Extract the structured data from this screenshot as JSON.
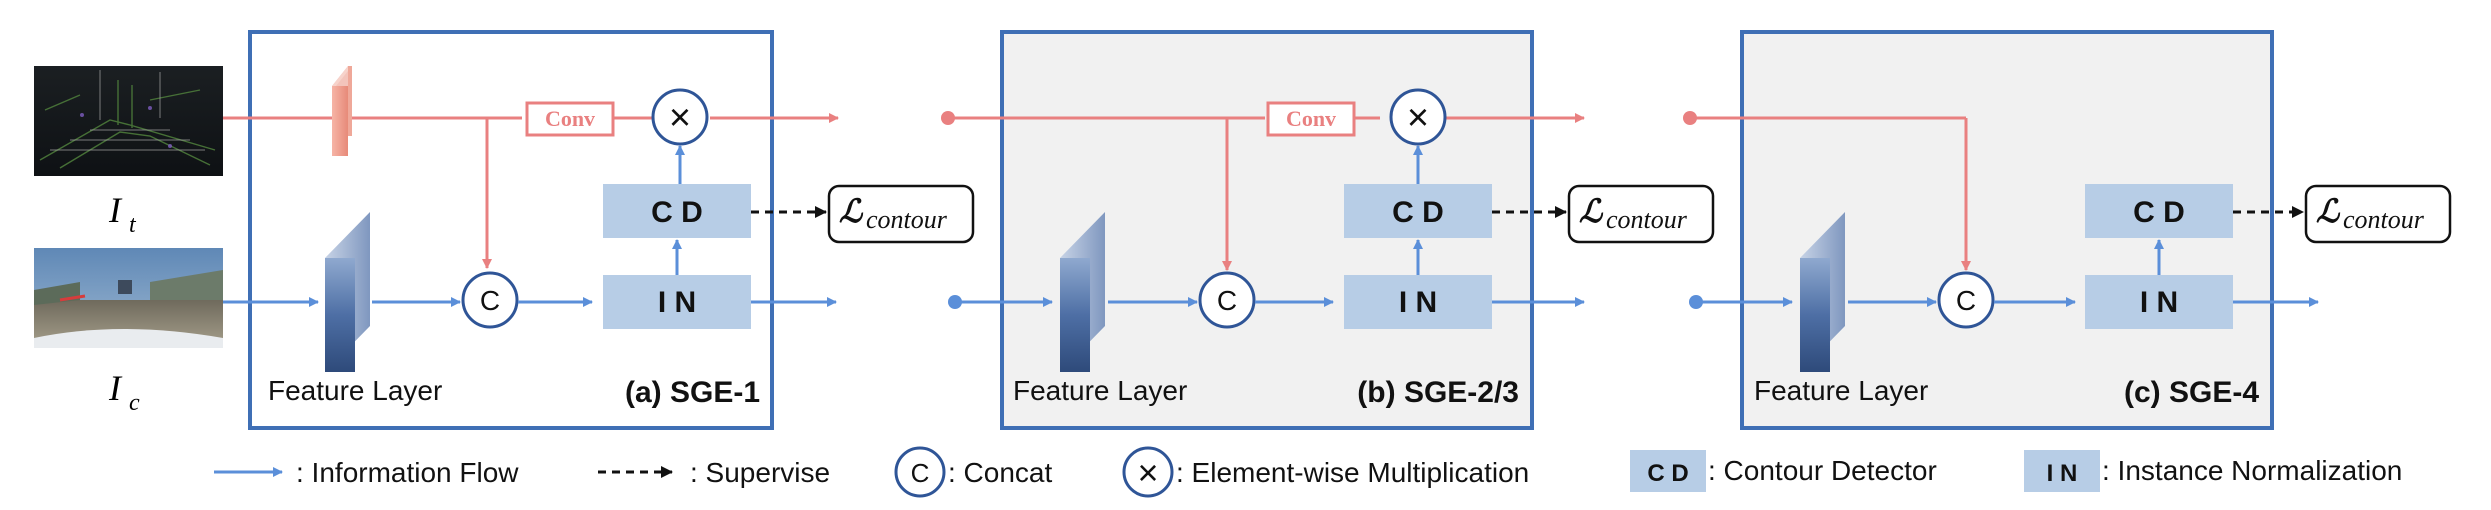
{
  "inputs": {
    "top_label_base": "I",
    "top_label_sub": "t",
    "bottom_label_base": "I",
    "bottom_label_sub": "c"
  },
  "ops": {
    "conv": "Conv",
    "cd": "C D",
    "in": "I N",
    "concat": "C",
    "multiply": "×"
  },
  "loss": {
    "symbol": "ℒ",
    "sub": "contour"
  },
  "panels": [
    {
      "feature_label": "Feature Layer",
      "title": "(a) SGE-1"
    },
    {
      "feature_label": "Feature Layer",
      "title": "(b) SGE-2/3"
    },
    {
      "feature_label": "Feature Layer",
      "title": "(c) SGE-4"
    }
  ],
  "legend": {
    "flow": ": Information Flow",
    "supervise": ": Supervise",
    "concat_symbol": "C",
    "concat": ": Concat",
    "mult_symbol": "×",
    "mult": ": Element-wise Multiplication",
    "cd_symbol": "C D",
    "cd": ": Contour Detector",
    "in_symbol": "I N",
    "in": ": Instance Normalization"
  },
  "colors": {
    "frame": "#3f6fb5",
    "panel_fill_grey": "#f1f1f1",
    "red": "#e98080",
    "blue": "#5b8fd9",
    "op_box": "#b7cde6",
    "feature_front": "#3d5f97"
  }
}
